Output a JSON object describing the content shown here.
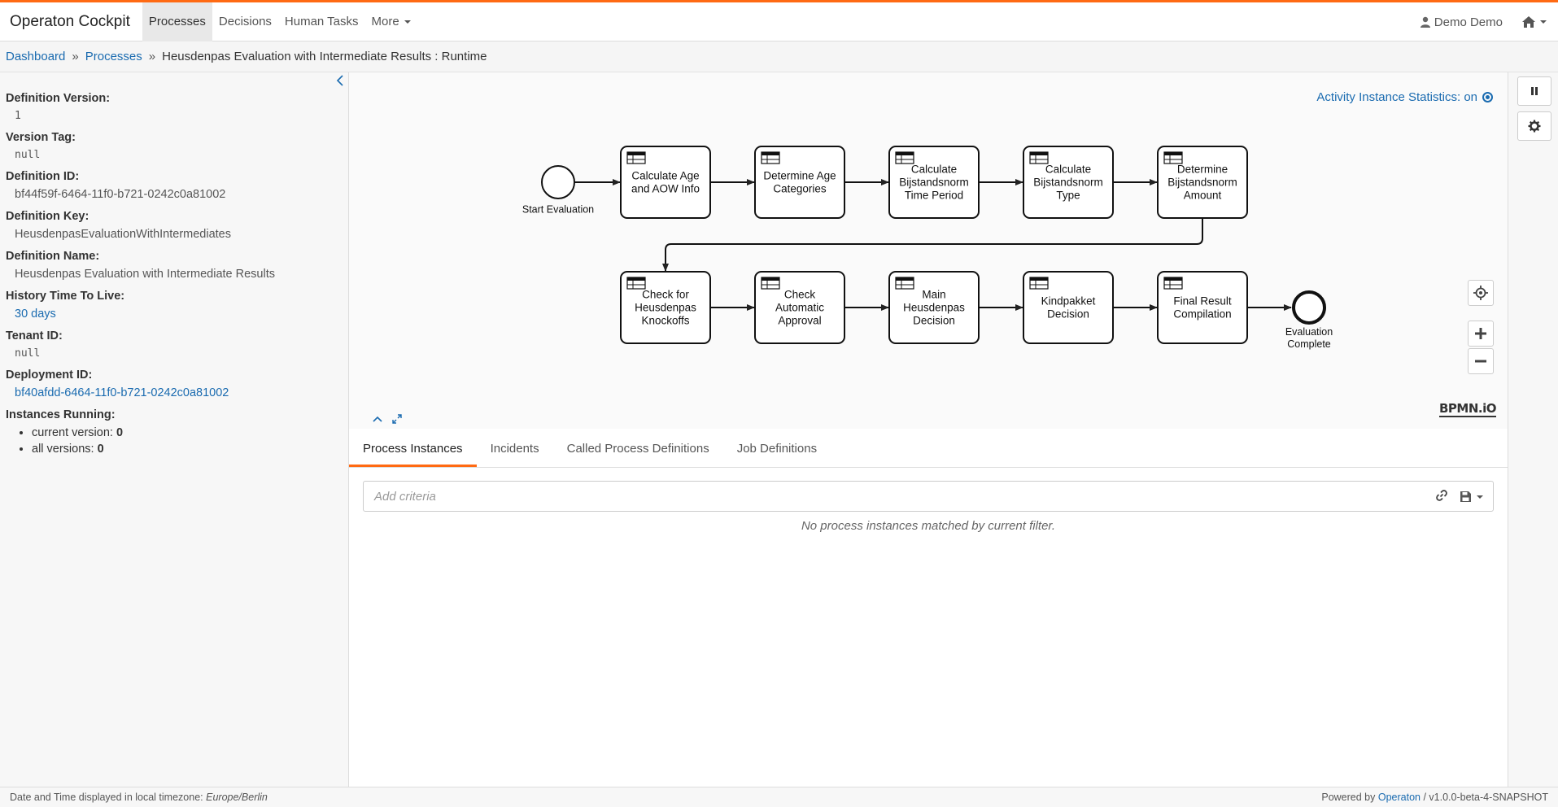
{
  "nav": {
    "brand": "Operaton Cockpit",
    "items": [
      {
        "label": "Processes",
        "active": true
      },
      {
        "label": "Decisions"
      },
      {
        "label": "Human Tasks"
      },
      {
        "label": "More"
      }
    ],
    "user": "Demo Demo"
  },
  "breadcrumb": {
    "items": [
      "Dashboard",
      "Processes"
    ],
    "current": "Heusdenpas Evaluation with Intermediate Results : Runtime"
  },
  "sidebar": {
    "fields": [
      {
        "label": "Definition Version:",
        "value": "1"
      },
      {
        "label": "Version Tag:",
        "value": "null"
      },
      {
        "label": "Definition ID:",
        "value": "bf44f59f-6464-11f0-b721-0242c0a81002"
      },
      {
        "label": "Definition Key:",
        "value": "HeusdenpasEvaluationWithIntermediates"
      },
      {
        "label": "Definition Name:",
        "value": "Heusdenpas Evaluation with Intermediate Results"
      },
      {
        "label": "History Time To Live:",
        "value": "30 days"
      },
      {
        "label": "Tenant ID:",
        "value": "null"
      },
      {
        "label": "Deployment ID:",
        "value": "bf40afdd-6464-11f0-b721-0242c0a81002"
      }
    ],
    "instances_label": "Instances Running:",
    "instances": [
      {
        "label": "current version:",
        "value": "0"
      },
      {
        "label": "all versions:",
        "value": "0"
      }
    ]
  },
  "diagram": {
    "stats_label": "Activity Instance Statistics: on",
    "logo": "BPMN.iO",
    "start_event": "Start Evaluation",
    "end_event": [
      "Evaluation",
      "Complete"
    ],
    "row1": [
      [
        "Calculate Age",
        "and AOW Info"
      ],
      [
        "Determine Age",
        "Categories"
      ],
      [
        "Calculate",
        "Bijstandsnorm",
        "Time Period"
      ],
      [
        "Calculate",
        "Bijstandsnorm",
        "Type"
      ],
      [
        "Determine",
        "Bijstandsnorm",
        "Amount"
      ]
    ],
    "row2": [
      [
        "Check for",
        "Heusdenpas",
        "Knockoffs"
      ],
      [
        "Check",
        "Automatic",
        "Approval"
      ],
      [
        "Main",
        "Heusdenpas",
        "Decision"
      ],
      [
        "Kindpakket",
        "Decision"
      ],
      [
        "Final Result",
        "Compilation"
      ]
    ]
  },
  "tabs": [
    "Process Instances",
    "Incidents",
    "Called Process Definitions",
    "Job Definitions"
  ],
  "search": {
    "placeholder": "Add criteria"
  },
  "empty_message": "No process instances matched by current filter.",
  "footer": {
    "timezone_prefix": "Date and Time displayed in local timezone:",
    "timezone": "Europe/Berlin",
    "powered_prefix": "Powered by",
    "powered_link": "Operaton",
    "version": "/ v1.0.0-beta-4-SNAPSHOT"
  },
  "colors": {
    "accent": "#ff6a13",
    "link": "#1a6bb0"
  }
}
